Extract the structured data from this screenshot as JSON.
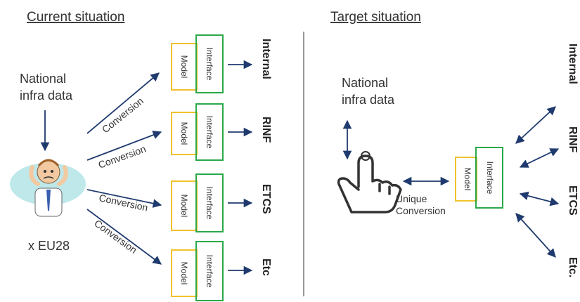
{
  "titles": {
    "current": "Current situation",
    "target": "Target situation"
  },
  "current": {
    "source_line1": "National",
    "source_line2": "infra data",
    "multiplier": "x EU28",
    "conversion_label": "Conversion",
    "model_label": "Model",
    "interface_label": "Interface",
    "targets": [
      "Internal",
      "RINF",
      "ETCS",
      "Etc"
    ]
  },
  "target": {
    "source_line1": "National",
    "source_line2": "infra data",
    "conversion_line1": "Unique",
    "conversion_line2": "Conversion",
    "model_label": "Model",
    "interface_label": "Interface",
    "targets": [
      "Internal",
      "RINF",
      "ETCS",
      "Etc."
    ]
  },
  "colors": {
    "arrow": "#1f3a6e",
    "model_border": "#f2c12e",
    "interface_border": "#2aa84a",
    "divider": "#555555",
    "person_bg": "#bfe8ea",
    "person_skin": "#f2c9a0",
    "person_shirt": "#ffffff",
    "person_tie": "#3a5fb0"
  },
  "icons": [
    "confused-person-icon",
    "pointing-hand-icon"
  ]
}
